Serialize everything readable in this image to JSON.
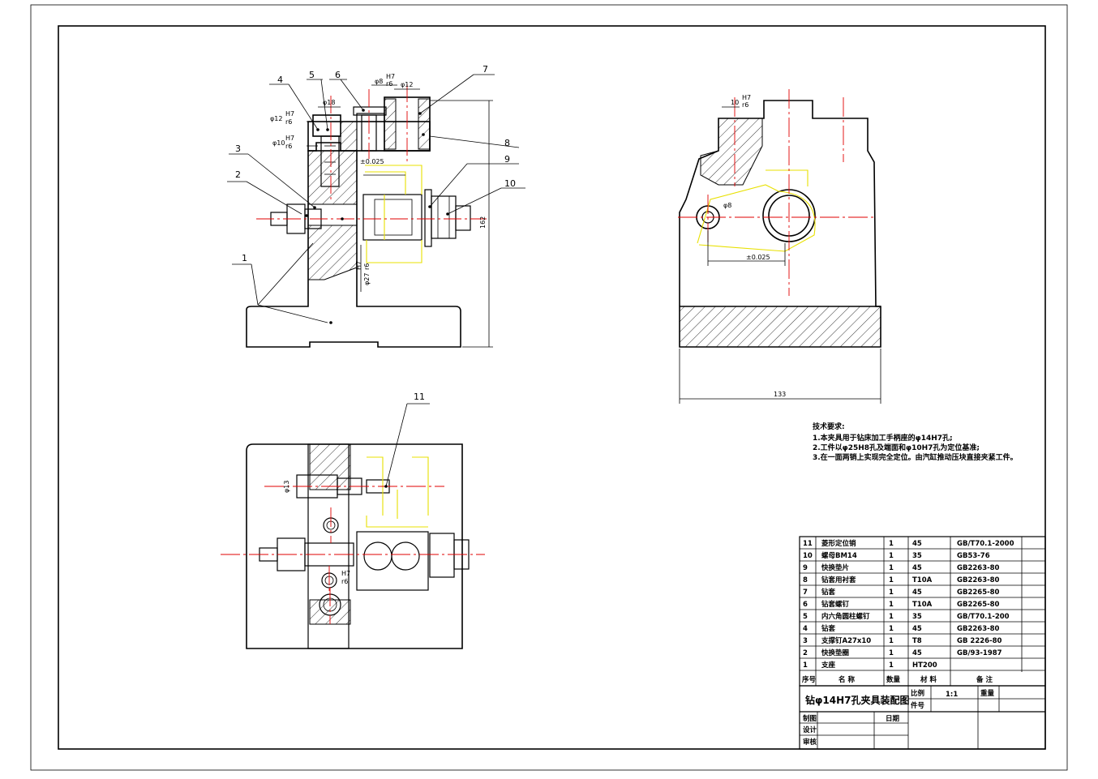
{
  "drawing_title": "钻φ14H7孔夹具装配图",
  "scale_label": "比例",
  "scale_value": "1:1",
  "weight_label": "重量",
  "sheet_label": "件号",
  "sign_rows": [
    "制图",
    "设计",
    "审核"
  ],
  "date_label": "日期",
  "tech_req": {
    "heading": "技术要求:",
    "items": [
      "1.本夹具用于钻床加工手柄座的φ14H7孔;",
      "2.工件以φ25H8孔及端面和φ10H7孔为定位基准;",
      "3.在一面两销上实现完全定位。由汽缸推动压块直接夹紧工件。"
    ]
  },
  "bom_header": {
    "no": "序号",
    "name": "名  称",
    "qty": "数量",
    "material": "材  料",
    "remark": "备  注"
  },
  "bom": [
    {
      "no": "11",
      "name": "菱形定位销",
      "qty": "1",
      "material": "45",
      "remark": "GB/T70.1-2000"
    },
    {
      "no": "10",
      "name": "螺母BM14",
      "qty": "1",
      "material": "35",
      "remark": "GB53-76"
    },
    {
      "no": "9",
      "name": "快换垫片",
      "qty": "1",
      "material": "45",
      "remark": "GB2263-80"
    },
    {
      "no": "8",
      "name": "钻套用衬套",
      "qty": "1",
      "material": "T10A",
      "remark": "GB2263-80"
    },
    {
      "no": "7",
      "name": "钻套",
      "qty": "1",
      "material": "45",
      "remark": "GB2265-80"
    },
    {
      "no": "6",
      "name": "钻套螺钉",
      "qty": "1",
      "material": "T10A",
      "remark": "GB2265-80"
    },
    {
      "no": "5",
      "name": "内六角圆柱螺钉",
      "qty": "1",
      "material": "35",
      "remark": "GB/T70.1-200"
    },
    {
      "no": "4",
      "name": "钻套",
      "qty": "1",
      "material": "45",
      "remark": "GB2263-80"
    },
    {
      "no": "3",
      "name": "支撑钉A27x10",
      "qty": "1",
      "material": "T8",
      "remark": "GB 2226-80"
    },
    {
      "no": "2",
      "name": "快换垫圈",
      "qty": "1",
      "material": "45",
      "remark": "GB/93-1987"
    },
    {
      "no": "1",
      "name": "支座",
      "qty": "1",
      "material": "HT200",
      "remark": ""
    }
  ],
  "balloons": [
    "1",
    "2",
    "3",
    "4",
    "5",
    "6",
    "7",
    "8",
    "9",
    "10",
    "11"
  ],
  "dims": {
    "d18": "φ18",
    "d12a": "φ12",
    "h7": "H7",
    "r6": "r6",
    "d10": "φ10",
    "d8a": "φ8",
    "d12b": "φ12",
    "tol": "±0.025",
    "d27": "φ27",
    "h162": "162",
    "w133": "133",
    "w10": "10",
    "d8b": "φ8",
    "d13": "φ13"
  },
  "colors": {
    "line": "#000000",
    "center": "#e00000",
    "workpiece": "#e8e000"
  }
}
